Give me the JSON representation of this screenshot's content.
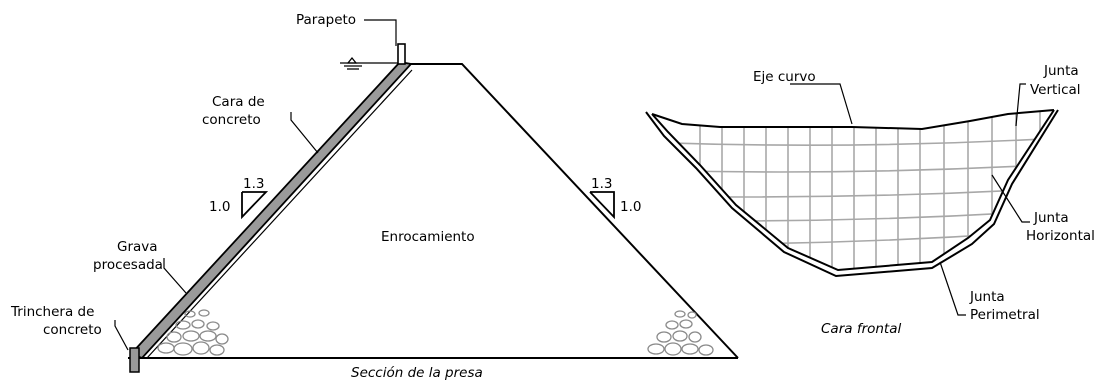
{
  "section": {
    "labels": {
      "parapet": "Parapeto",
      "concrete_face": [
        "Cara de",
        "concreto"
      ],
      "processed_gravel": [
        "Grava",
        "procesada"
      ],
      "concrete_trench": [
        "Trinchera de",
        "concreto"
      ],
      "rockfill": "Enrocamiento",
      "caption": "Sección de la presa"
    },
    "slope_upstream": {
      "horizontal": "1.3",
      "vertical": "1.0"
    },
    "slope_downstream": {
      "horizontal": "1.3",
      "vertical": "1.0"
    }
  },
  "front_face": {
    "labels": {
      "curved_axis": "Eje curvo",
      "vertical_joint": [
        "Junta",
        "Vertical"
      ],
      "horizontal_joint": [
        "Junta",
        "Horizontal"
      ],
      "perimeter_joint": [
        "Junta",
        "Perimetral"
      ],
      "caption": "Cara frontal"
    }
  },
  "colors": {
    "line": "#000000",
    "concrete_face": "#9a9a9a",
    "joint_grid": "#a8a8a8",
    "rock": "#8a8a8a"
  }
}
